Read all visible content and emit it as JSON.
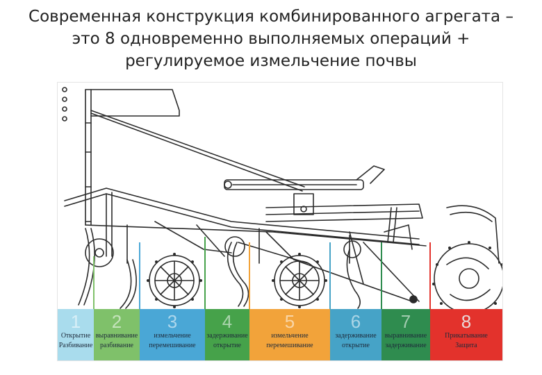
{
  "title_lines": [
    "Современная конструкция комбинированного агрегата –",
    "это 8 одновременно выполняемых операций +",
    "регулируемое измельчение почвы"
  ],
  "colors": {
    "op1": "#a9dced",
    "op2": "#7fc16a",
    "op3": "#4aa7d6",
    "op4": "#46a24a",
    "op5": "#f2a33a",
    "op6": "#46a3c7",
    "op7": "#2f8c4f",
    "op8": "#e3322c"
  },
  "operations": [
    {
      "number": "1",
      "line1": "Открытие",
      "line2": "Разбивание"
    },
    {
      "number": "2",
      "line1": "выравнивание",
      "line2": "разбивание"
    },
    {
      "number": "3",
      "line1": "измельчение",
      "line2": "перемешивание"
    },
    {
      "number": "4",
      "line1": "задерживание",
      "line2": "открытие"
    },
    {
      "number": "5",
      "line1": "измельчение",
      "line2": "перемешивание"
    },
    {
      "number": "6",
      "line1": "задерживание",
      "line2": "открытие"
    },
    {
      "number": "7",
      "line1": "выравнивание",
      "line2": "задерживание"
    },
    {
      "number": "8",
      "line1": "Прикатывание",
      "line2": "Защита"
    }
  ]
}
